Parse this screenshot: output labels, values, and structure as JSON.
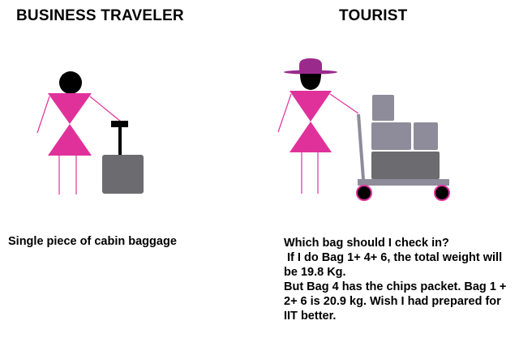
{
  "business": {
    "heading": "BUSINESS TRAVELER",
    "caption": "Single piece of cabin baggage"
  },
  "tourist": {
    "heading": "TOURIST",
    "caption_lines": [
      "Which bag should I check in?",
      " If I do Bag 1+ 4+ 6, the total weight will",
      "be 19.8 Kg.",
      "But Bag 4 has the chips packet. Bag 1 +",
      "2+ 6 is 20.9 kg. Wish I had prepared for",
      "IIT better."
    ]
  },
  "colors": {
    "figure_body": "#e0319b",
    "limb": "#e0319b",
    "head": "#000000",
    "hat": "#9b2a8d",
    "bag_dark": "#6b6b70",
    "bag_light": "#8e8c9a",
    "cart": "#8e8c9a",
    "wheel": "#000000"
  },
  "icons": [
    "person-icon",
    "suitcase-icon",
    "hat-icon",
    "luggage-cart-icon"
  ]
}
